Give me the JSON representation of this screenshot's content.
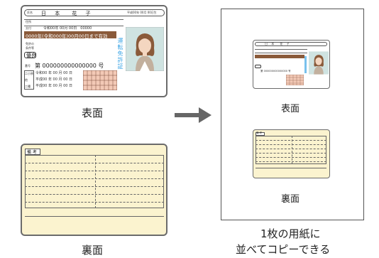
{
  "front_label": "表面",
  "back_label": "裏面",
  "copy_caption_line1": "1枚の用紙に",
  "copy_caption_line2": "並べてコピーできる",
  "license": {
    "name_tag": "氏名",
    "name": "日 本　花 子",
    "birth": "平成00年 00月 00日生",
    "address_tag": "住所",
    "issue_tag": "交付",
    "issue_date": "令和00年 00月 00日　00000",
    "expiry": "0000年(令和000年)00月00日まで有効",
    "conditions_tag1": "免許の",
    "conditions_tag2": "条件等",
    "special_tag": "優良",
    "number_tag": "番号",
    "number": "第 000000000000000 号",
    "license_type_vertical": "運転免許証",
    "history": [
      "令和00 年 00 月 00 日",
      "平成00 年 00 月 00 日",
      "平成00 年 00 月 00 日"
    ],
    "history_tags": [
      "二小原",
      "他",
      "二種"
    ]
  },
  "back_card": {
    "remarks_tag": "備 考"
  },
  "colors": {
    "expiry_band": "#8a5a3a",
    "back_fill": "#fbf3cf",
    "arrow": "#666666",
    "table_fill": "#f3c9b6",
    "vertical_text": "#3ea6e6"
  }
}
